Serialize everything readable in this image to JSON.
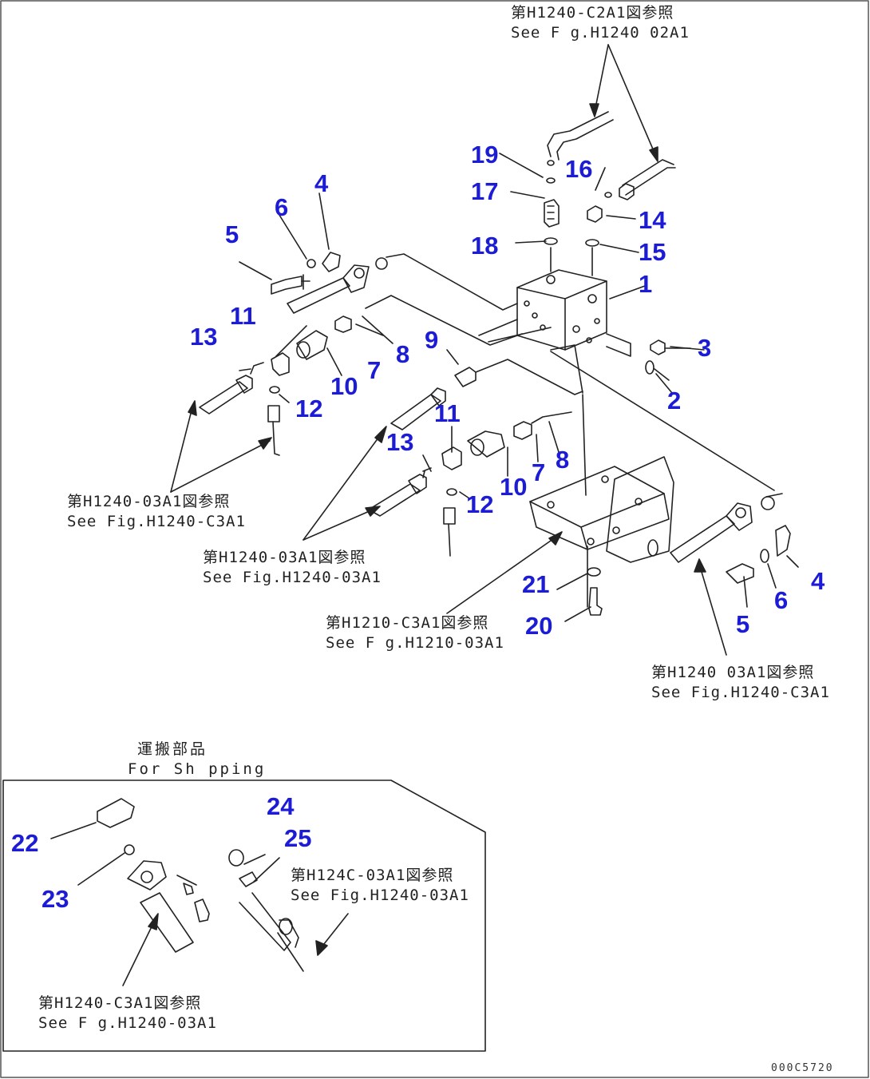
{
  "parts": [
    "1",
    "2",
    "3",
    "4",
    "5",
    "6",
    "7",
    "8",
    "9",
    "10",
    "11",
    "12",
    "13",
    "14",
    "15",
    "16",
    "17",
    "18",
    "19",
    "20",
    "21",
    "4",
    "5",
    "6",
    "7",
    "8",
    "10",
    "11",
    "12",
    "13",
    "22",
    "23",
    "24",
    "25"
  ],
  "refs": {
    "r1": {
      "jp": "第H1240-C2A1図参照",
      "en": "See F g.H1240 02A1"
    },
    "r2": {
      "jp": "第H1240-03A1図参照",
      "en": "See Fig.H1240-C3A1"
    },
    "r3": {
      "jp": "第H1240-03A1図参照",
      "en": "See Fig.H1240-03A1"
    },
    "r4": {
      "jp": "第H1210-C3A1図参照",
      "en": "See F g.H1210-03A1"
    },
    "r5": {
      "jp": "第H1240 03A1図参照",
      "en": "See Fig.H1240-C3A1"
    },
    "r6": {
      "jp": "第H124C-03A1図参照",
      "en": "See Fig.H1240-03A1"
    },
    "r7": {
      "jp": "第H1240-C3A1図参照",
      "en": "See F g.H1240-03A1"
    }
  },
  "shipping": {
    "jp": "運搬部品",
    "en": "For Sh pping"
  },
  "drawing_code": "000C5720"
}
